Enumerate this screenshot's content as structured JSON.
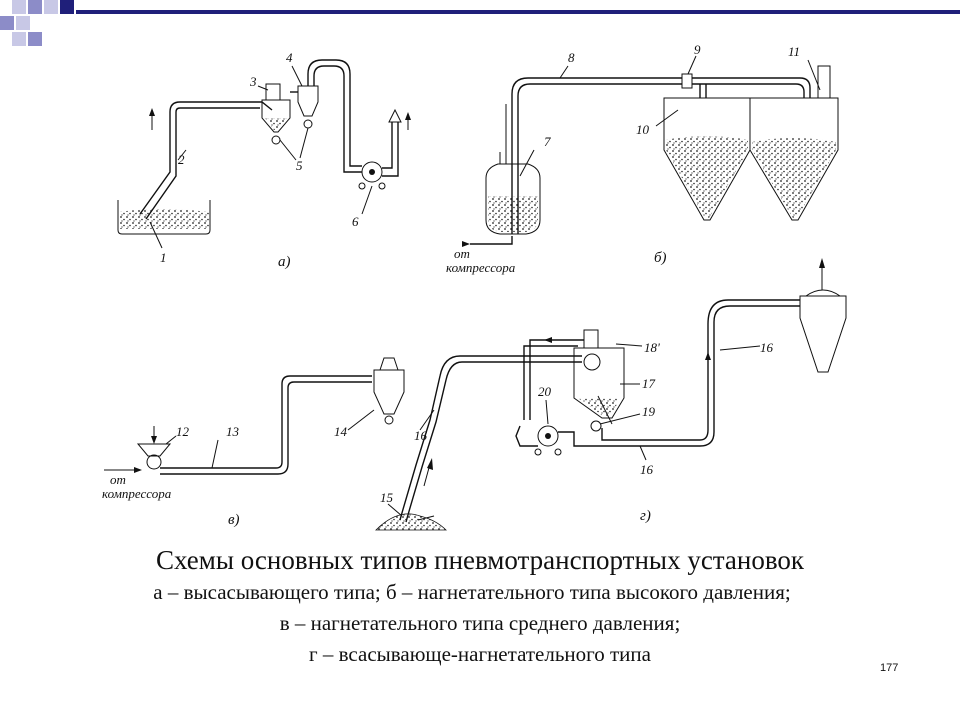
{
  "caption": {
    "title": "Схемы основных типов пневмотранспортных установок",
    "line1": "а – высасывающего типа; б – нагнетательного типа высокого давления;",
    "line2": "в – нагнетательного типа среднего давления;",
    "line3": "г – всасывающе-нагнетательного типа"
  },
  "page_number": "177",
  "diagram": {
    "panels": {
      "a": "а)",
      "b": "б)",
      "v": "в)",
      "g": "г)"
    },
    "compressor_label_b": {
      "line1": "от",
      "line2": "компрессора"
    },
    "compressor_label_v": {
      "line1": "от",
      "line2": "компрессора"
    },
    "numbers": {
      "n1": "1",
      "n2": "2",
      "n3": "3",
      "n4": "4",
      "n5": "5",
      "n6": "6",
      "n7": "7",
      "n8": "8",
      "n9": "9",
      "n10": "10",
      "n11": "11",
      "n12": "12",
      "n13": "13",
      "n14": "14",
      "n15": "15",
      "n16a": "16",
      "n16b": "16",
      "n16c": "16",
      "n17": "17",
      "n18": "18'",
      "n19": "19",
      "n20": "20"
    }
  },
  "colors": {
    "corner_navy": "#1f1f7a",
    "corner_lavender": "#8c8cc8",
    "corner_light": "#c8c8e6"
  }
}
